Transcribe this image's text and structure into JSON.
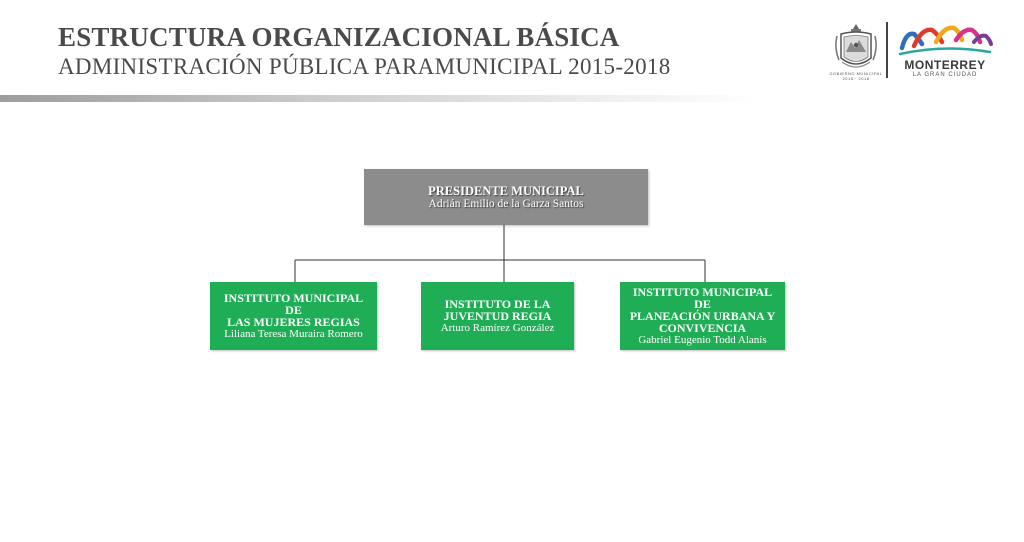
{
  "header": {
    "title": "ESTRUCTURA ORGANIZACIONAL BÁSICA",
    "subtitle": "ADMINISTRACIÓN PÚBLICA PARAMUNICIPAL 2015-2018"
  },
  "logos": {
    "seal_caption_line1": "GOBIERNO MUNICIPAL",
    "seal_caption_line2": "2015 · 2018",
    "brand_name": "MONTERREY",
    "brand_tagline": "LA GRAN CIUDAD"
  },
  "org_chart": {
    "root": {
      "role": "PRESIDENTE MUNICIPAL",
      "person": "Adrián Emilio de la Garza Santos"
    },
    "children": [
      {
        "role_line1": "INSTITUTO MUNICIPAL DE",
        "role_line2": "LAS MUJERES REGIAS",
        "person": "Liliana Teresa Muraira Romero"
      },
      {
        "role_line1": "INSTITUTO DE LA",
        "role_line2": "JUVENTUD REGIA",
        "person": "Arturo Ramírez González"
      },
      {
        "role_line1": "INSTITUTO MUNICIPAL DE",
        "role_line2": "PLANEACIÓN URBANA Y",
        "role_line3": "CONVIVENCIA",
        "person": "Gabriel Eugenio Todd Alanís"
      }
    ]
  },
  "colors": {
    "root_box": "#8c8c8c",
    "child_box": "#1fae55",
    "connector": "#333333",
    "title_text": "#4a4a4a"
  }
}
